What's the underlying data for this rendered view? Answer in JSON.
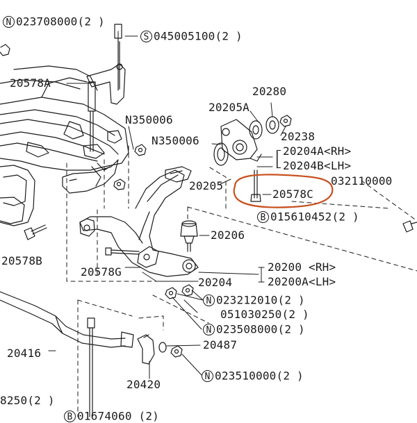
{
  "highlight_color": "#c8501e",
  "labels": {
    "n_023708000": {
      "prefix": "N",
      "code": "023708000(2 )"
    },
    "s_045005100": {
      "prefix": "S",
      "code": "045005100(2 )"
    },
    "p_20578A": "20578A",
    "p_20280": "20280",
    "p_20205A": "20205A",
    "p_20238": "20238",
    "p_N350006_a": "N350006",
    "p_N350006_b": "N350006",
    "p_20204A": "20204A<RH>",
    "p_20204B": "20204B<LH>",
    "p_20205": "20205",
    "p_20578C": "20578C",
    "p_032110000": "032110000",
    "b_015610452": {
      "prefix": "B",
      "code": "015610452(2 )"
    },
    "p_20206": "20206",
    "p_20578B": "20578B",
    "p_20578G": "20578G",
    "p_20204": "20204",
    "p_20200": "20200 <RH>",
    "p_20200A": "20200A<LH>",
    "n_023212010": {
      "prefix": "N",
      "code": "023212010(2 )"
    },
    "p_051030250": "051030250(2 )",
    "n_023508000": {
      "prefix": "N",
      "code": "023508000(2 )"
    },
    "p_20487": "20487",
    "p_20416": "20416",
    "n_023510000": {
      "prefix": "N",
      "code": "023510000(2 )"
    },
    "p_20420": "20420",
    "p_8250": "8250(2 )",
    "b_bottom": {
      "prefix": "B",
      "code": "01674060 (2)"
    }
  }
}
